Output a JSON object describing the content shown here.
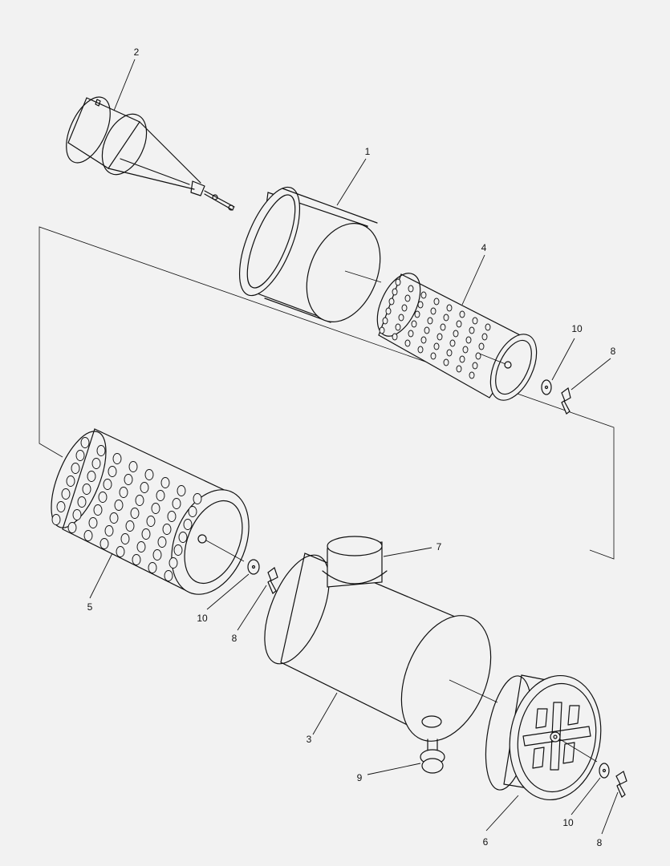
{
  "callouts": {
    "c1": "1",
    "c2": "2",
    "c3": "3",
    "c4": "4",
    "c5": "5",
    "c6": "6",
    "c7": "7",
    "c8a": "8",
    "c8b": "8",
    "c8c": "8",
    "c9": "9",
    "c10a": "10",
    "c10b": "10",
    "c10c": "10"
  },
  "colors": {
    "background": "#f2f2f2",
    "line": "#111111"
  }
}
